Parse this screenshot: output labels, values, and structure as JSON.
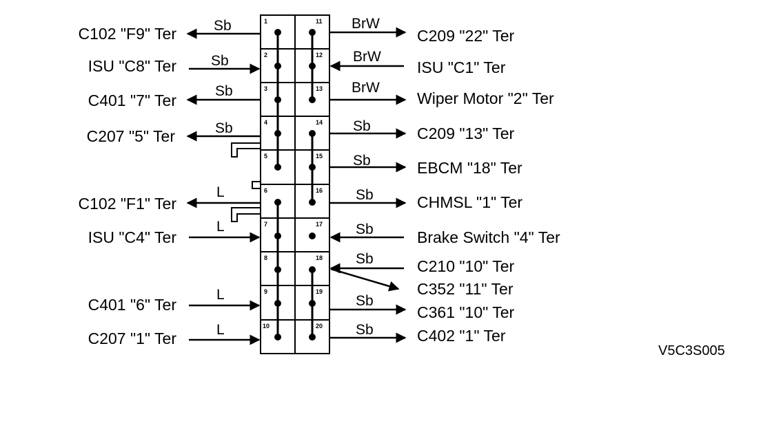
{
  "connector": {
    "pins_left": [
      "1",
      "2",
      "3",
      "4",
      "5",
      "6",
      "7",
      "8",
      "9",
      "10"
    ],
    "pins_right": [
      "11",
      "12",
      "13",
      "14",
      "15",
      "16",
      "17",
      "18",
      "19",
      "20"
    ]
  },
  "left_wires": [
    {
      "label": "C102 \"F9\" Ter",
      "color": "Sb",
      "dir": "out"
    },
    {
      "label": "ISU \"C8\" Ter",
      "color": "Sb",
      "dir": "in"
    },
    {
      "label": "C401 \"7\" Ter",
      "color": "Sb",
      "dir": "out"
    },
    {
      "label": "C207 \"5\" Ter",
      "color": "Sb",
      "dir": "out"
    },
    {
      "label": "C102 \"F1\" Ter",
      "color": "L",
      "dir": "out"
    },
    {
      "label": "ISU \"C4\" Ter",
      "color": "L",
      "dir": "in"
    },
    {
      "label": "C401 \"6\" Ter",
      "color": "L",
      "dir": "in"
    },
    {
      "label": "C207 \"1\" Ter",
      "color": "L",
      "dir": "in"
    }
  ],
  "right_wires": [
    {
      "label": "C209 \"22\" Ter",
      "color": "BrW",
      "dir": "out"
    },
    {
      "label": "ISU \"C1\" Ter",
      "color": "BrW",
      "dir": "in"
    },
    {
      "label": "Wiper Motor \"2\" Ter",
      "color": "BrW",
      "dir": "out"
    },
    {
      "label": "C209 \"13\" Ter",
      "color": "Sb",
      "dir": "out"
    },
    {
      "label": "EBCM \"18\" Ter",
      "color": "Sb",
      "dir": "out"
    },
    {
      "label": "CHMSL \"1\" Ter",
      "color": "Sb",
      "dir": "out"
    },
    {
      "label": "Brake Switch \"4\" Ter",
      "color": "Sb",
      "dir": "in"
    },
    {
      "label": "C210 \"10\" Ter",
      "color": "Sb",
      "dir": "in"
    },
    {
      "label": "C352 \"11\" Ter",
      "color": "",
      "dir": "out"
    },
    {
      "label": "C361 \"10\" Ter",
      "color": "Sb",
      "dir": "out"
    },
    {
      "label": "C402 \"1\" Ter",
      "color": "Sb",
      "dir": "out"
    }
  ],
  "figure_code": "V5C3S005"
}
